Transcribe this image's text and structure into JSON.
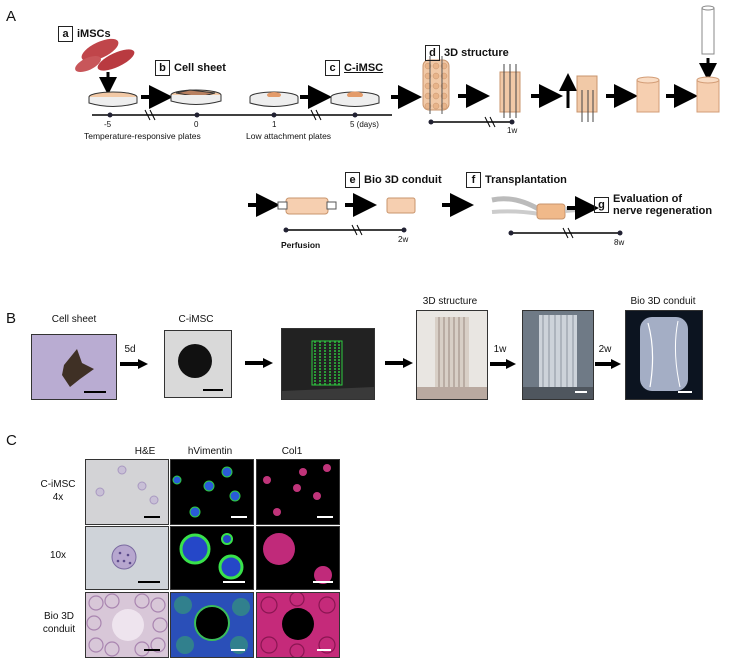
{
  "panelA": {
    "letter": "A",
    "steps": [
      {
        "letter": "a",
        "title": "iMSCs"
      },
      {
        "letter": "b",
        "title": "Cell sheet"
      },
      {
        "letter": "c",
        "title": "C-iMSC"
      },
      {
        "letter": "d",
        "title": "3D structure"
      },
      {
        "letter": "e",
        "title": "Bio 3D conduit"
      },
      {
        "letter": "f",
        "title": "Transplantation"
      },
      {
        "letter": "g",
        "title": "Evaluation of nerve regeneration"
      }
    ],
    "timeline_ticks": [
      "-5",
      "0",
      "1",
      "5 (days)"
    ],
    "plate_labels": [
      "Temperature-responsive plates",
      "Low attachment plates"
    ],
    "d_tick": "1w",
    "e_caption": "Perfusion",
    "e_tick": "2w",
    "f_tick": "8w"
  },
  "panelB": {
    "letter": "B",
    "labels": [
      "Cell sheet",
      "C-iMSC",
      "3D structure",
      "Bio 3D conduit"
    ],
    "arrow_labels": [
      "5d",
      "1w",
      "2w"
    ]
  },
  "panelC": {
    "letter": "C",
    "columns": [
      "H&E",
      "hVimentin",
      "Col1"
    ],
    "rows": [
      "C-iMSC 4x",
      "10x",
      "Bio 3D conduit"
    ]
  }
}
